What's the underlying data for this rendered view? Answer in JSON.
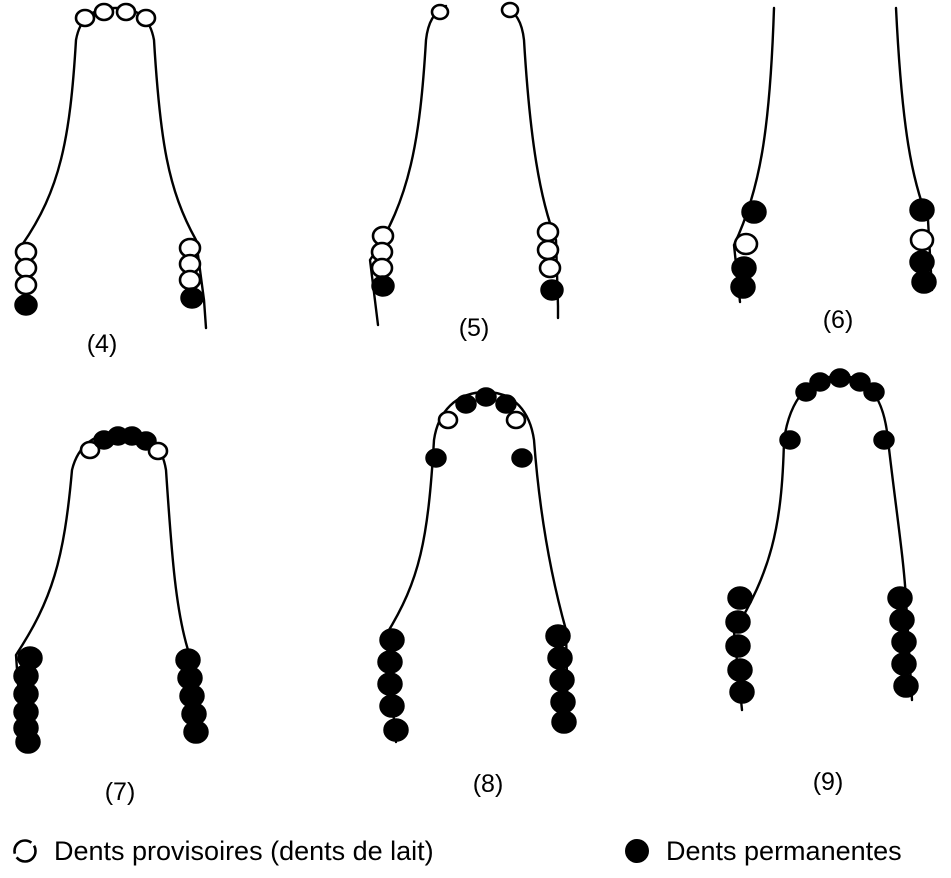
{
  "colors": {
    "ink": "#000000",
    "milk_tooth_fill": "#ffffff",
    "permanent_tooth_fill": "#000000",
    "background": "#ffffff"
  },
  "stages": [
    {
      "label": "(4)",
      "front": [
        "milk",
        "milk",
        "milk",
        "milk"
      ],
      "back_left": [
        "milk",
        "milk",
        "milk",
        "perm"
      ],
      "back_right": [
        "milk",
        "milk",
        "milk",
        "perm"
      ]
    },
    {
      "label": "(5)",
      "front": [
        "milk",
        "milk"
      ],
      "back_left": [
        "milk",
        "milk",
        "milk",
        "perm"
      ],
      "back_right": [
        "milk",
        "milk",
        "milk",
        "perm"
      ]
    },
    {
      "label": "(6)",
      "front": [],
      "back_left": [
        "perm",
        "milk",
        "perm",
        "perm"
      ],
      "back_right": [
        "perm",
        "milk",
        "perm",
        "perm"
      ]
    },
    {
      "label": "(7)",
      "front": [
        "milk",
        "perm",
        "perm",
        "perm",
        "perm",
        "milk"
      ],
      "back_left": [
        "perm",
        "perm",
        "perm",
        "perm",
        "perm",
        "perm"
      ],
      "back_right": [
        "perm",
        "perm",
        "perm",
        "perm",
        "perm"
      ]
    },
    {
      "label": "(8)",
      "front": [
        "perm",
        "milk",
        "perm",
        "perm",
        "perm",
        "milk",
        "perm"
      ],
      "back_left": [
        "perm",
        "perm",
        "perm",
        "perm",
        "perm"
      ],
      "back_right": [
        "perm",
        "perm",
        "perm",
        "perm",
        "perm"
      ]
    },
    {
      "label": "(9)",
      "front": [
        "perm",
        "perm",
        "perm",
        "perm",
        "perm",
        "perm",
        "perm"
      ],
      "back_left": [
        "perm",
        "perm",
        "perm",
        "perm",
        "perm"
      ],
      "back_right": [
        "perm",
        "perm",
        "perm",
        "perm",
        "perm"
      ]
    }
  ],
  "legend": {
    "milk_label": "Dents provisoires (dents de lait)",
    "milk_icon": "open-circle-icon",
    "permanent_label": "Dents permanentes",
    "permanent_icon": "filled-circle-icon"
  }
}
